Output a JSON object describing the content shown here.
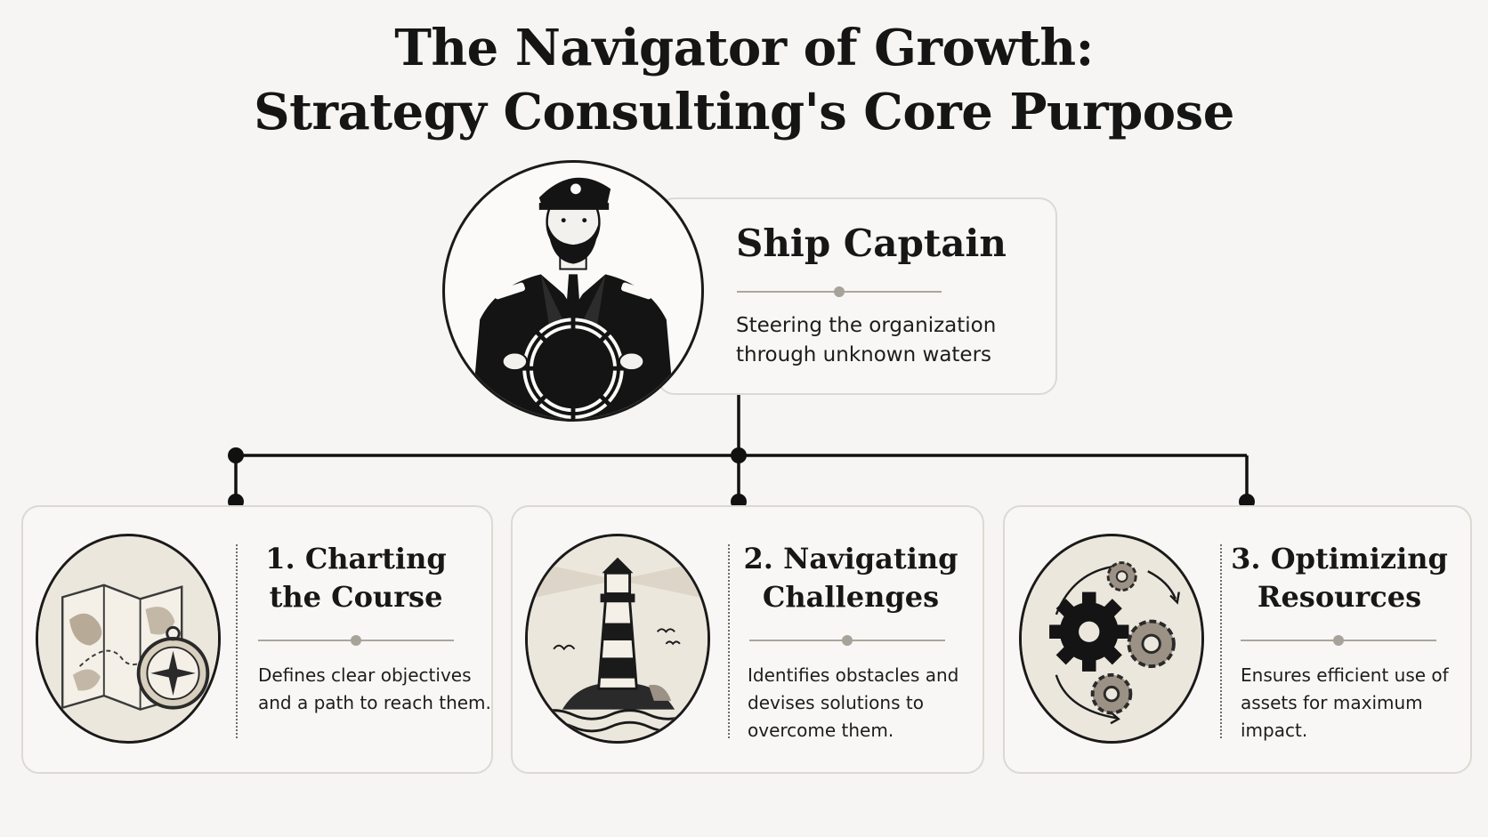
{
  "title": {
    "line1": "The Navigator of Growth:",
    "line2": "Strategy Consulting's Core Purpose"
  },
  "center": {
    "heading": "Ship Captain",
    "description_line1": "Steering the organization",
    "description_line2": "through unknown waters",
    "icon": "ship-captain-illustration"
  },
  "branches": [
    {
      "heading_line1": "1.  Charting",
      "heading_line2": "the Course",
      "desc_line1": "Defines clear objectives",
      "desc_line2": "and a path to reach them.",
      "icon": "map-compass-icon"
    },
    {
      "heading_line1": "2. Navigating",
      "heading_line2": "Challenges",
      "desc_line1": "Identifies obstacles and",
      "desc_line2": "devises solutions to",
      "desc_line3": "overcome them.",
      "icon": "lighthouse-icon"
    },
    {
      "heading_line1": "3. Optimizing",
      "heading_line2": "Resources",
      "desc_line1": "Ensures efficient use of",
      "desc_line2": "assets for maximum",
      "desc_line3": "impact.",
      "icon": "gears-icon"
    }
  ],
  "colors": {
    "background": "#f6f5f3",
    "ink": "#1a1a1a",
    "accent_beige": "#ece7dd",
    "divider": "#aaa69e"
  }
}
